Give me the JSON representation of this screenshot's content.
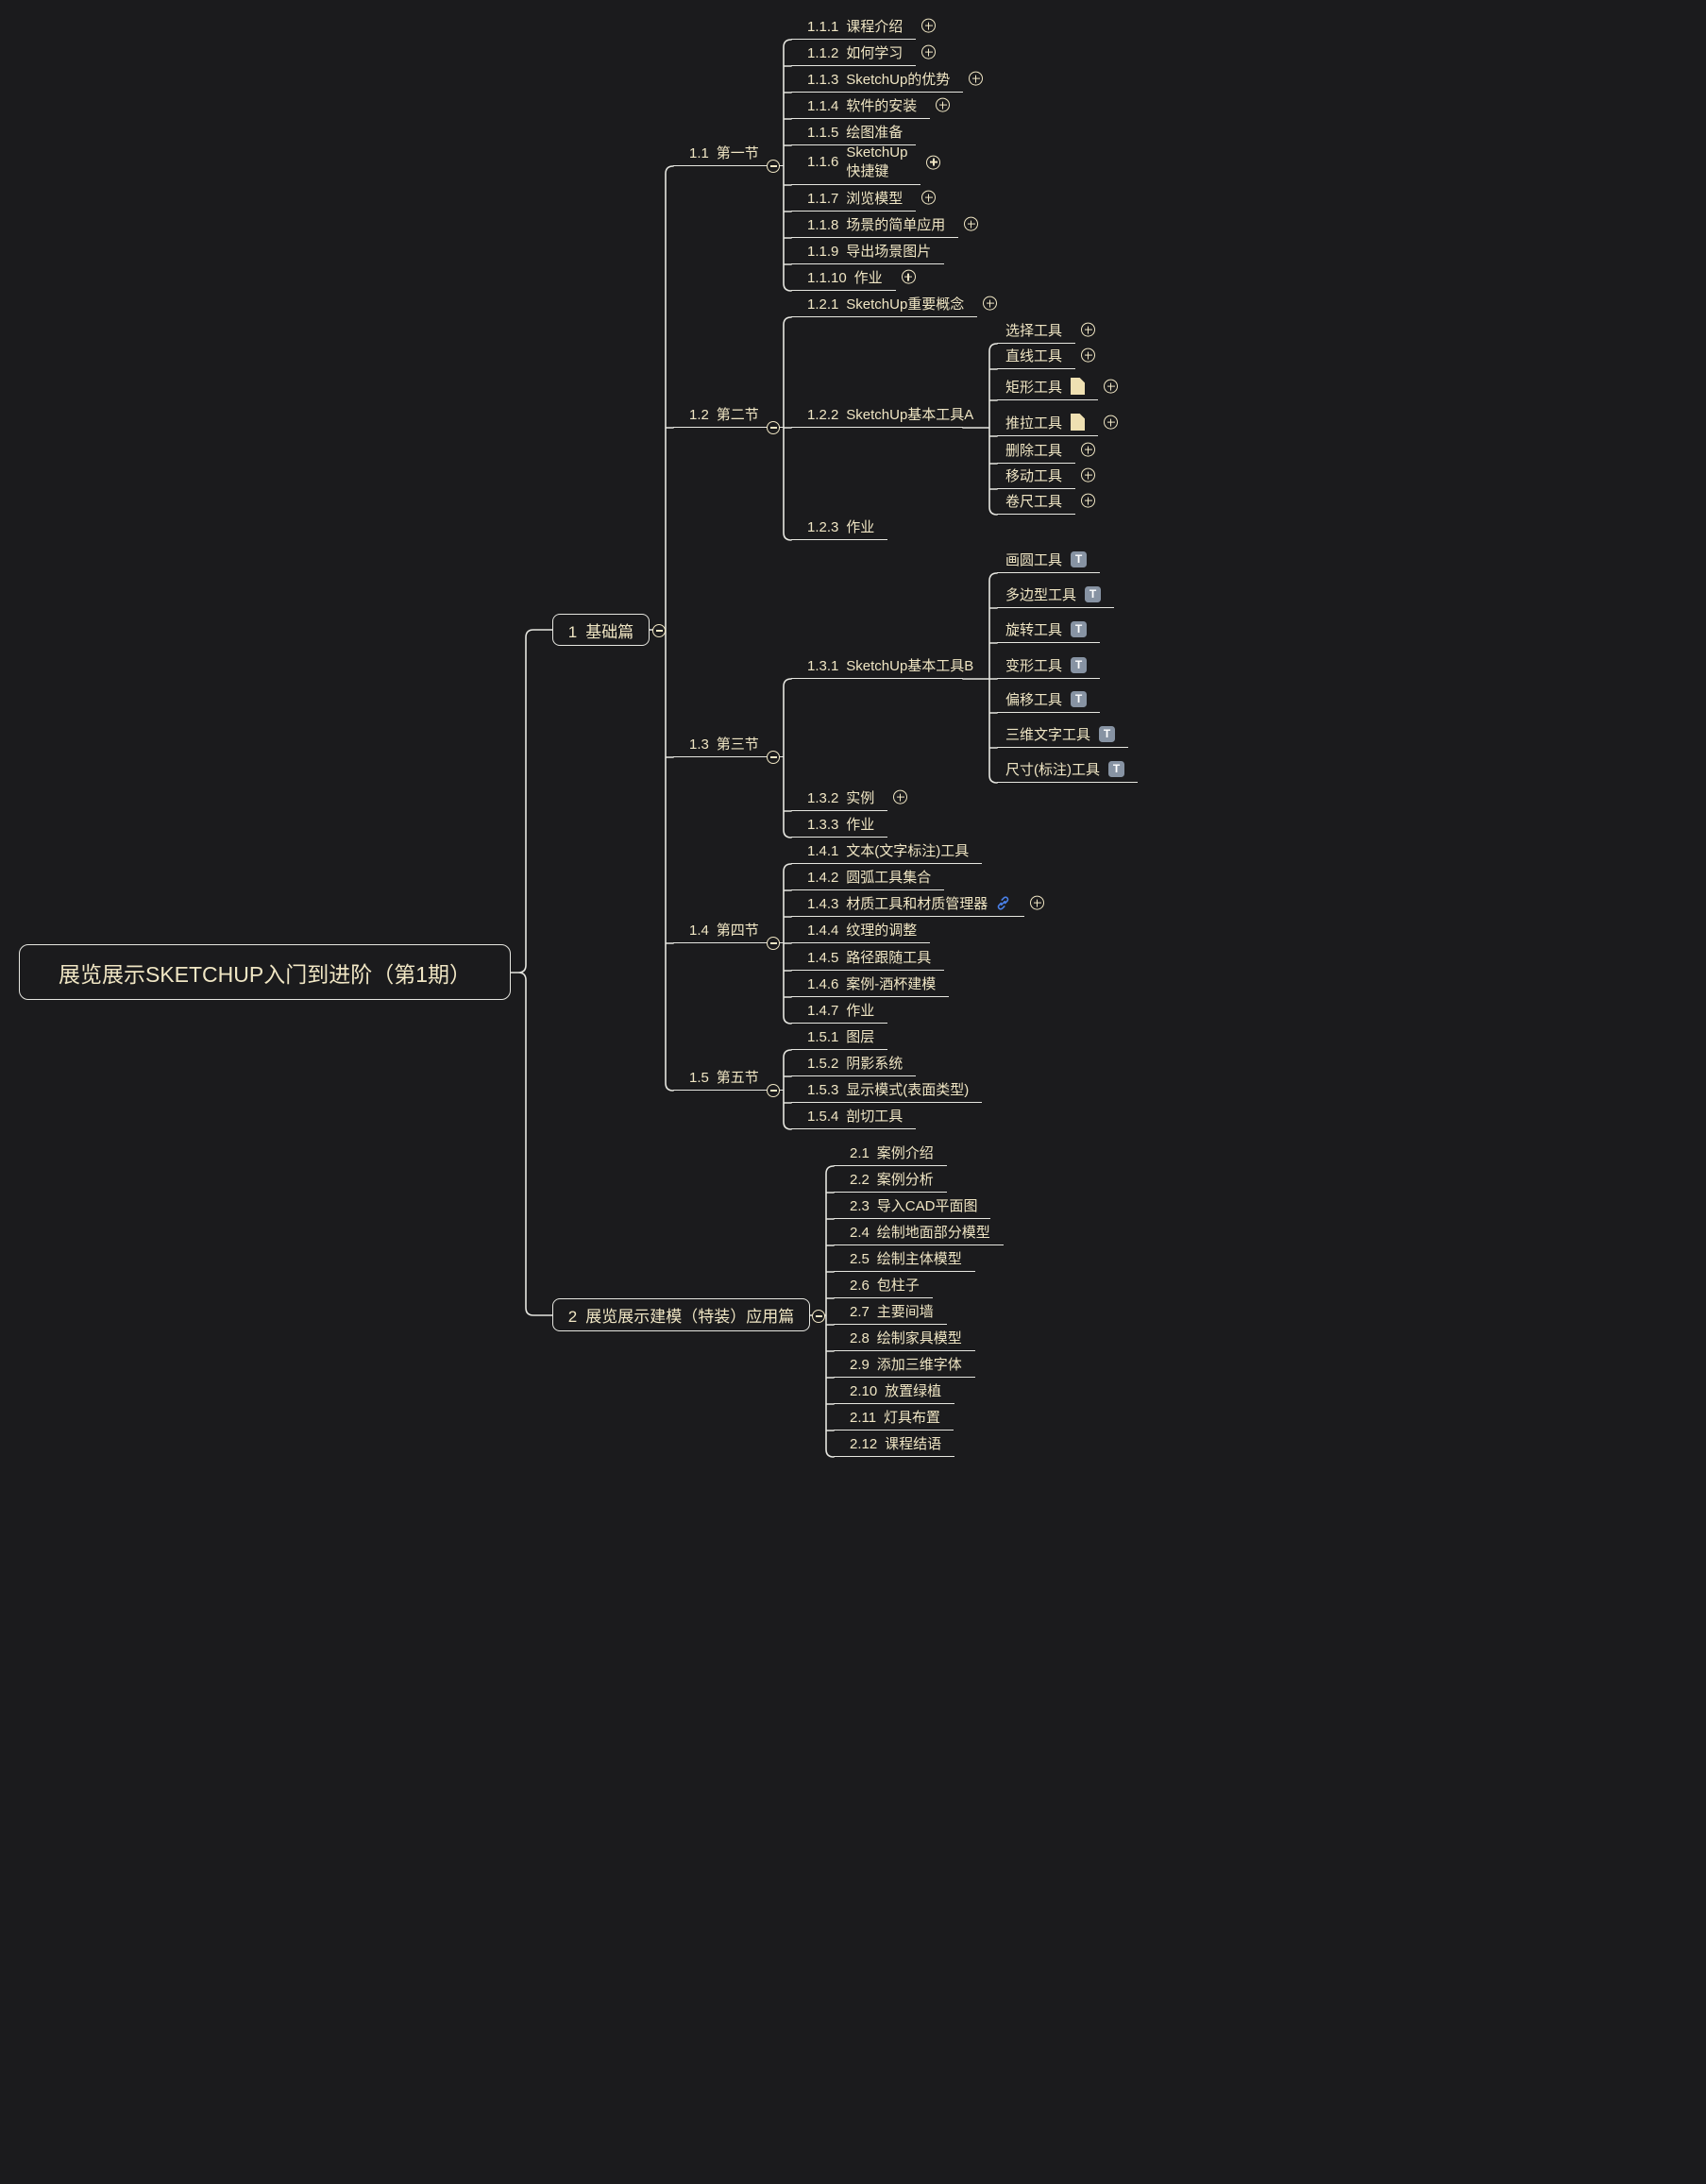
{
  "colors": {
    "background": "#1b1b1d",
    "text": "#f0e6c4",
    "line": "#e6e6e0",
    "t_badge": "#8793a3",
    "document_icon": "#efe0b2",
    "link_icon": "#4a80e8"
  },
  "icons": {
    "expand": "plus-circle",
    "collapse": "minus-circle",
    "attachment": "document-page",
    "template": "T-badge",
    "hyperlink": "chain-link",
    "t_glyph": "T"
  },
  "root": {
    "label": "展览展示SKETCHUP入门到进阶（第1期）"
  },
  "branches": [
    {
      "label": "1 基础篇"
    },
    {
      "label": "2 展览展示建模（特装）应用篇"
    }
  ],
  "sections": [
    {
      "label": "1.1 第一节"
    },
    {
      "label": "1.2 第二节"
    },
    {
      "label": "1.3 第三节"
    },
    {
      "label": "1.4 第四节"
    },
    {
      "label": "1.5 第五节"
    }
  ],
  "s11": [
    {
      "label": "1.1.1 课程介绍"
    },
    {
      "label": "1.1.2 如何学习"
    },
    {
      "label": "1.1.3 SketchUp的优势"
    },
    {
      "label": "1.1.4 软件的安装"
    },
    {
      "label": "1.1.5 绘图准备"
    },
    {
      "num": "1.1.6",
      "label": "SketchUp\n快捷键"
    },
    {
      "label": "1.1.7 浏览模型"
    },
    {
      "label": "1.1.8 场景的简单应用"
    },
    {
      "label": "1.1.9 导出场景图片"
    },
    {
      "label": "1.1.10 作业"
    }
  ],
  "s12": [
    {
      "label": "1.2.1 SketchUp重要概念"
    },
    {
      "label": "1.2.2 SketchUp基本工具A"
    },
    {
      "label": "1.2.3 作业"
    }
  ],
  "tools_a": [
    {
      "label": "选择工具"
    },
    {
      "label": "直线工具"
    },
    {
      "label": "矩形工具"
    },
    {
      "label": "推拉工具"
    },
    {
      "label": "删除工具"
    },
    {
      "label": "移动工具"
    },
    {
      "label": "卷尺工具"
    }
  ],
  "s13": [
    {
      "label": "1.3.1 SketchUp基本工具B"
    },
    {
      "label": "1.3.2 实例"
    },
    {
      "label": "1.3.3 作业"
    }
  ],
  "tools_b": [
    {
      "label": "画圆工具"
    },
    {
      "label": "多边型工具"
    },
    {
      "label": "旋转工具"
    },
    {
      "label": "变形工具"
    },
    {
      "label": "偏移工具"
    },
    {
      "label": "三维文字工具"
    },
    {
      "label": "尺寸(标注)工具"
    }
  ],
  "s14": [
    {
      "label": "1.4.1 文本(文字标注)工具"
    },
    {
      "label": "1.4.2 圆弧工具集合"
    },
    {
      "label": "1.4.3 材质工具和材质管理器"
    },
    {
      "label": "1.4.4 纹理的调整"
    },
    {
      "label": "1.4.5 路径跟随工具"
    },
    {
      "label": "1.4.6 案例-酒杯建模"
    },
    {
      "label": "1.4.7 作业"
    }
  ],
  "s15": [
    {
      "label": "1.5.1 图层"
    },
    {
      "label": "1.5.2 阴影系统"
    },
    {
      "label": "1.5.3 显示模式(表面类型)"
    },
    {
      "label": "1.5.4 剖切工具"
    }
  ],
  "b2": [
    {
      "label": "2.1 案例介绍"
    },
    {
      "label": "2.2 案例分析"
    },
    {
      "label": "2.3 导入CAD平面图"
    },
    {
      "label": "2.4 绘制地面部分模型"
    },
    {
      "label": "2.5 绘制主体模型"
    },
    {
      "label": "2.6 包柱子"
    },
    {
      "label": "2.7 主要间墙"
    },
    {
      "label": "2.8 绘制家具模型"
    },
    {
      "label": "2.9 添加三维字体"
    },
    {
      "label": "2.10 放置绿植"
    },
    {
      "label": "2.11 灯具布置"
    },
    {
      "label": "2.12 课程结语"
    }
  ]
}
